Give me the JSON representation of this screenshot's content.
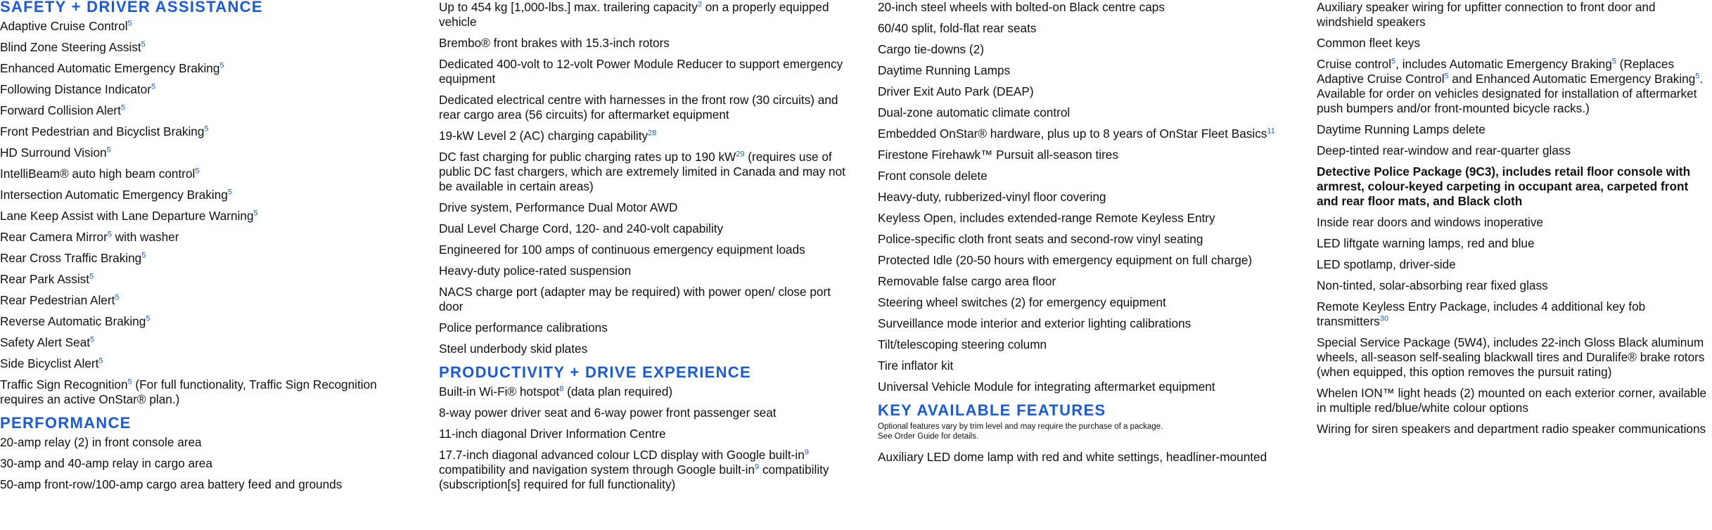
{
  "col1": {
    "safety_title": "SAFETY + DRIVER ASSISTANCE",
    "safety_items": [
      {
        "text": "Adaptive Cruise Control",
        "n": "5"
      },
      {
        "text": "Blind Zone Steering Assist",
        "n": "5"
      },
      {
        "text": "Enhanced Automatic Emergency Braking",
        "n": "5"
      },
      {
        "text": "Following Distance Indicator",
        "n": "5"
      },
      {
        "text": "Forward Collision Alert",
        "n": "5"
      },
      {
        "text": "Front Pedestrian and Bicyclist Braking",
        "n": "5"
      },
      {
        "text": "HD Surround Vision",
        "n": "5"
      },
      {
        "text": "IntelliBeam® auto high beam control",
        "n": "5"
      },
      {
        "text": "Intersection Automatic Emergency Braking",
        "n": "5"
      },
      {
        "text": "Lane Keep Assist with Lane Departure Warning",
        "n": "5"
      },
      {
        "text": "Rear Camera Mirror",
        "n": "5",
        "after": " with washer"
      },
      {
        "text": "Rear Cross Traffic Braking",
        "n": "5"
      },
      {
        "text": "Rear Park Assist",
        "n": "5"
      },
      {
        "text": "Rear Pedestrian Alert",
        "n": "5"
      },
      {
        "text": "Reverse Automatic Braking",
        "n": "5"
      },
      {
        "text": "Safety Alert Seat",
        "n": "5"
      },
      {
        "text": "Side Bicyclist Alert",
        "n": "5"
      },
      {
        "text": "Traffic Sign Recognition",
        "n": "5",
        "after": " (For full functionality, Traffic Sign Recognition requires an active OnStar® plan.)"
      }
    ],
    "performance_title": "PERFORMANCE",
    "performance_items": [
      {
        "text": "20-amp relay (2) in front console area"
      },
      {
        "text": "30-amp and 40-amp relay in cargo area"
      },
      {
        "text": "50-amp front-row/100-amp cargo area battery feed and grounds"
      }
    ]
  },
  "col2": {
    "items": [
      {
        "text": "Up to 454 kg [1,000-lbs.] max. trailering capacity",
        "n": "2",
        "after": " on a properly equipped vehicle"
      },
      {
        "text": "Brembo® front brakes with 15.3-inch rotors"
      },
      {
        "text": "Dedicated 400-volt to 12-volt Power Module Reducer to support emergency equipment"
      },
      {
        "text": "Dedicated electrical centre with harnesses in the front row (30 circuits) and rear cargo area (56 circuits) for aftermarket equipment"
      },
      {
        "text": "19-kW Level 2 (AC) charging capability",
        "n": "28"
      },
      {
        "text": "DC fast charging for public charging rates up to 190 kW",
        "n": "29",
        "after": " (requires use of public DC fast chargers, which are extremely limited in Canada and may not be available in certain areas)"
      },
      {
        "text": "Drive system, Performance Dual Motor AWD"
      },
      {
        "text": "Dual Level Charge Cord, 120- and 240-volt capability"
      },
      {
        "text": "Engineered for 100 amps of continuous emergency equipment loads"
      },
      {
        "text": "Heavy-duty police-rated suspension"
      },
      {
        "text": "NACS charge port (adapter may be required) with power open/ close port door"
      },
      {
        "text": "Police performance calibrations"
      },
      {
        "text": "Steel underbody skid plates"
      }
    ],
    "productivity_title": "PRODUCTIVITY + DRIVE EXPERIENCE",
    "productivity_items": [
      {
        "text": "Built-in Wi-Fi® hotspot",
        "n": "8",
        "after": " (data plan required)"
      },
      {
        "text": "8-way power driver seat and 6-way power front passenger seat"
      },
      {
        "text": "11-inch diagonal Driver Information Centre"
      },
      {
        "text": "17.7-inch diagonal advanced colour LCD display with Google built-in",
        "n": "9",
        "after": " compatibility and navigation system through Google built-in",
        "n2": "9",
        "after2": " compatibility (subscription[s] required for full functionality)"
      }
    ]
  },
  "col3": {
    "items": [
      {
        "text": "20-inch steel wheels with bolted-on Black centre caps"
      },
      {
        "text": "60/40 split, fold-flat rear seats"
      },
      {
        "text": "Cargo tie-downs (2)"
      },
      {
        "text": "Daytime Running Lamps"
      },
      {
        "text": "Driver Exit Auto Park (DEAP)"
      },
      {
        "text": "Dual-zone automatic climate control"
      },
      {
        "text": "Embedded OnStar® hardware, plus up to 8 years of OnStar Fleet Basics",
        "n": "11"
      },
      {
        "text": "Firestone Firehawk™ Pursuit all-season tires"
      },
      {
        "text": "Front console delete"
      },
      {
        "text": "Heavy-duty, rubberized-vinyl floor covering"
      },
      {
        "text": "Keyless Open, includes extended-range Remote Keyless Entry"
      },
      {
        "text": "Police-specific cloth front seats and second-row vinyl seating"
      },
      {
        "text": "Protected Idle (20-50 hours with emergency equipment on full charge)"
      },
      {
        "text": "Removable false cargo area floor"
      },
      {
        "text": "Steering wheel switches (2) for emergency equipment"
      },
      {
        "text": "Surveillance mode interior and exterior lighting calibrations"
      },
      {
        "text": "Tilt/telescoping steering column"
      },
      {
        "text": "Tire inflator kit"
      },
      {
        "text": "Universal Vehicle Module for integrating aftermarket equipment"
      }
    ],
    "key_title": "KEY AVAILABLE FEATURES",
    "key_note_1": "Optional features vary by trim level and may require the purchase of a package.",
    "key_note_2": "See Order Guide for details.",
    "key_items": [
      {
        "text": "Auxiliary LED dome lamp with red and white settings, headliner-mounted"
      }
    ]
  },
  "col4": {
    "items": [
      {
        "text": "Auxiliary speaker wiring for upfitter connection to front door and windshield speakers"
      },
      {
        "text": "Common fleet keys"
      },
      {
        "text": "Cruise control",
        "n": "5",
        "after": ", includes Automatic Emergency Braking",
        "n2": "5",
        "after2": " (Replaces Adaptive Cruise Control",
        "n3": "5",
        "after3": " and Enhanced Automatic Emergency Braking",
        "n4": "5",
        "after4": ". Available for order on vehicles designated for installation of aftermarket push bumpers and/or front-mounted bicycle racks.)"
      },
      {
        "text": "Daytime Running Lamps delete"
      },
      {
        "text": "Deep-tinted rear-window and rear-quarter glass"
      },
      {
        "text": "Detective Police Package (9C3), includes retail floor console with armrest, colour-keyed carpeting in occupant area, carpeted front and rear floor mats, and Black cloth",
        "bold": true
      },
      {
        "text": "Inside rear doors and windows inoperative"
      },
      {
        "text": "LED liftgate warning lamps, red and blue"
      },
      {
        "text": "LED spotlamp, driver-side"
      },
      {
        "text": "Non-tinted, solar-absorbing rear fixed glass"
      },
      {
        "text": "Remote Keyless Entry Package, includes 4 additional key fob transmitters",
        "n": "30"
      },
      {
        "text": "Special Service Package (5W4), includes 22-inch Gloss Black aluminum wheels, all-season self-sealing blackwall tires and Duralife® brake rotors (when equipped, this option removes the pursuit rating)"
      },
      {
        "text": "Whelen ION™ light heads (2) mounted on each exterior corner, available in multiple red/blue/white colour options"
      },
      {
        "text": "Wiring for siren speakers and department radio speaker communications"
      }
    ]
  }
}
